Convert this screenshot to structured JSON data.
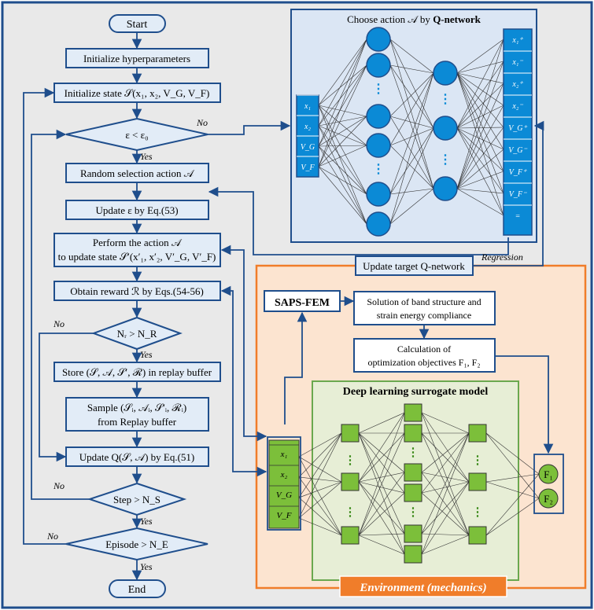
{
  "flowchart": {
    "start": "Start",
    "init_hyper": "Initialize hyperparameters",
    "init_state": "Initialize state 𝒮(x₁, x₂, V_G, V_F)",
    "epsilon_test": "ε < ε₀",
    "no_label": "No",
    "yes_label": "Yes",
    "random_action": "Random selection action 𝒜",
    "update_eps": "Update ε by Eq.(53)",
    "perform_1": "Perform the action 𝒜",
    "perform_2": "to update state 𝒮′(x′₁, x′₂, V′_G, V′_F)",
    "reward": "Obtain reward ℛ by Eqs.(54-56)",
    "nr_test": "Nᵣ > N_R",
    "store": "Store (𝒮, 𝒜, 𝒮′, ℛ) in replay buffer",
    "sample_1": "Sample (𝒮ᵢ, 𝒜ᵢ, 𝒮′ᵢ, ℛᵢ)",
    "sample_2": "from Replay buffer",
    "update_q": "Update Q(𝒮, 𝒜) by Eq.(51)",
    "step_test": "Step > N_S",
    "episode_test": "Episode > N_E",
    "end": "End"
  },
  "qnetwork": {
    "title_prefix": "Choose action 𝒜 by ",
    "title_bold": "Q-network",
    "inputs": [
      "x₁",
      "x₂",
      "V_G",
      "V_F"
    ],
    "outputs": [
      "x₁⁺",
      "x₁⁻",
      "x₂⁺",
      "x₂⁻",
      "V_G⁺",
      "V_G⁻",
      "V_F⁺",
      "V_F⁻",
      "="
    ],
    "dots": "⋮",
    "update_target": "Update target Q-network",
    "regression": "Regression"
  },
  "environment": {
    "saps": "SAPS-FEM",
    "solution_1": "Solution of band structure and",
    "solution_2": "strain energy compliance",
    "calc_1": "Calculation of",
    "calc_2": "optimization objectives F₁, F₂",
    "surrogate_title": "Deep learning surrogate model",
    "inputs": [
      "x₁",
      "x₂",
      "V_G",
      "V_F"
    ],
    "outputs": [
      "F₁",
      "F₂"
    ],
    "dots": "⋮",
    "label": "Environment (mechanics)"
  },
  "colors": {
    "frame": "#1f4e8c",
    "flow_fill": "#e2ecf7",
    "qnet_bg": "#dbe6f4",
    "node_blue": "#0b8ad6",
    "env_border": "#f07d2a",
    "env_fill": "#fce4d0",
    "surrogate_fill": "#e7eed6",
    "node_green": "#7cbf3a"
  }
}
